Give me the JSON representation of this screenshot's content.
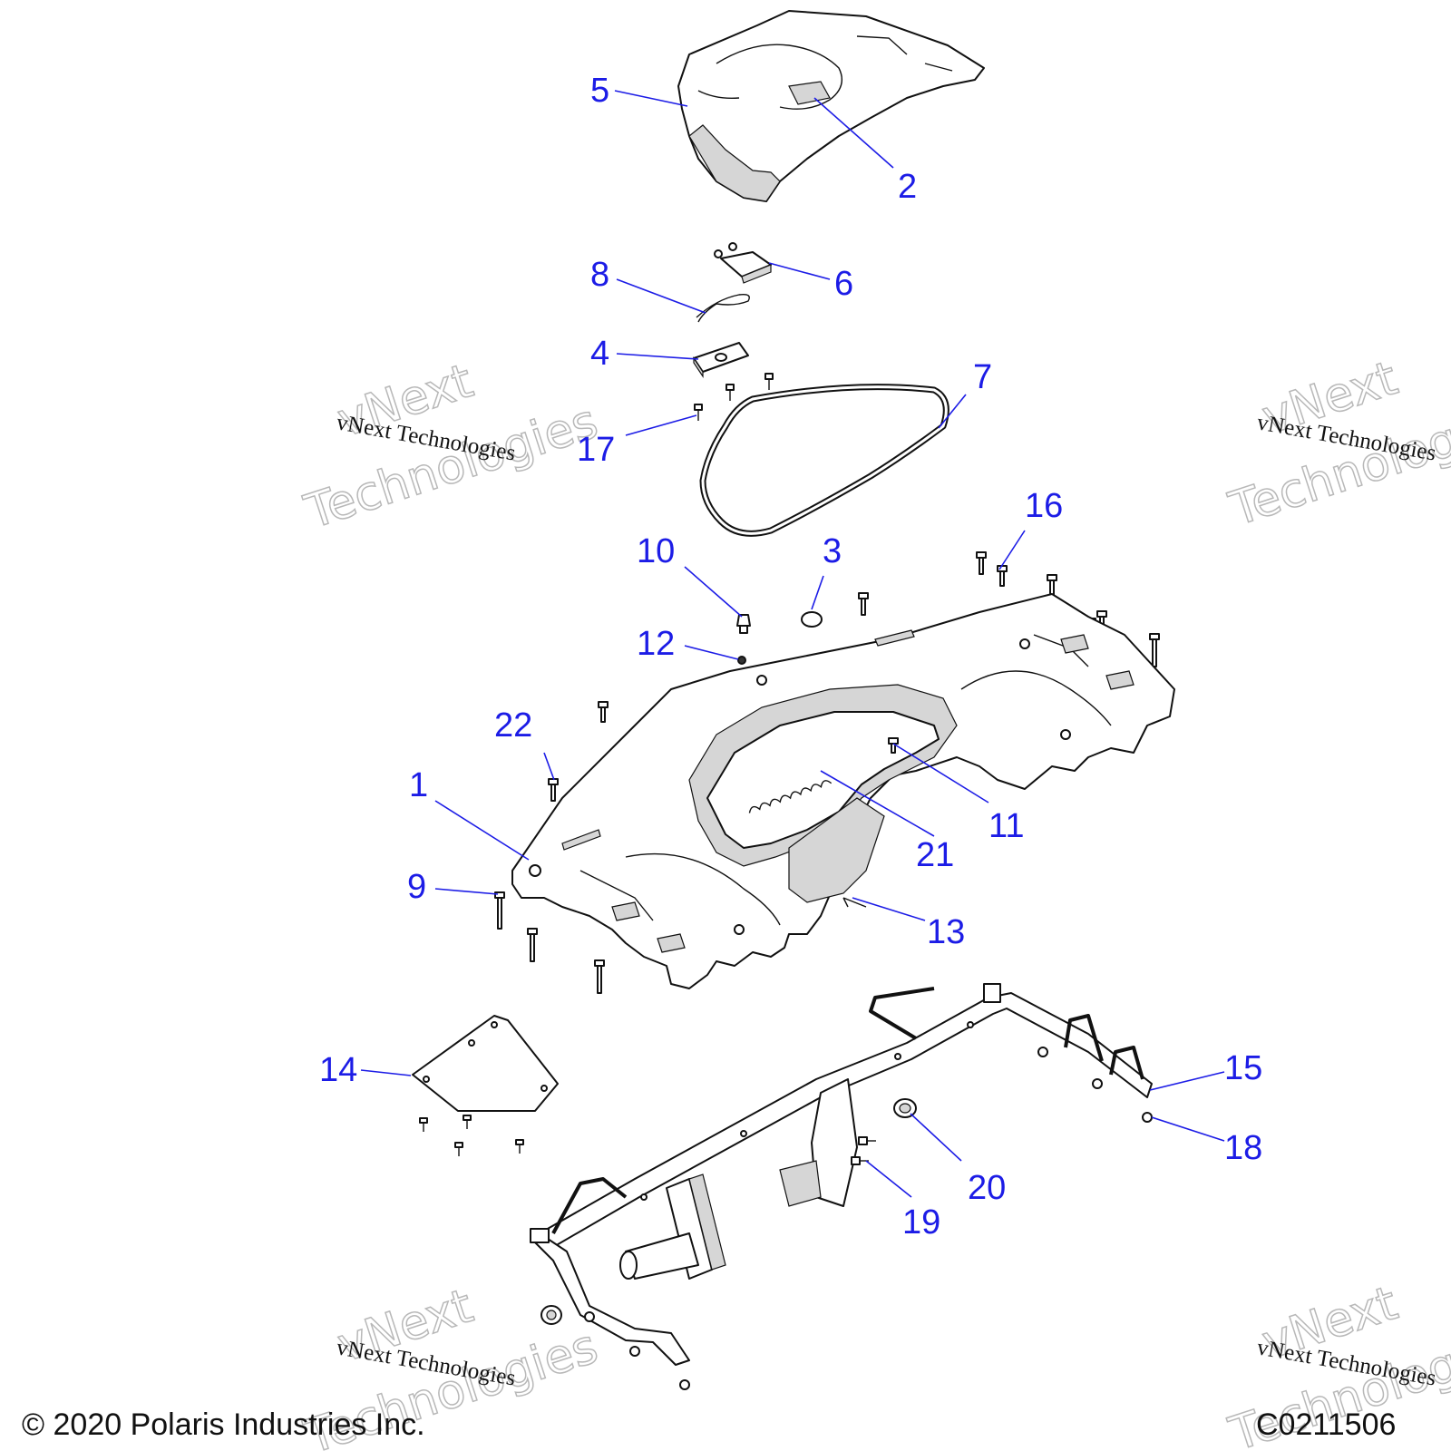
{
  "callouts": [
    "1",
    "2",
    "3",
    "4",
    "5",
    "6",
    "7",
    "8",
    "9",
    "10",
    "11",
    "12",
    "13",
    "14",
    "15",
    "16",
    "17",
    "18",
    "19",
    "20",
    "21",
    "22"
  ],
  "watermark": {
    "line_small": "vNext Technologies",
    "line_big_1": "vNext",
    "line_big_2": "Technologies"
  },
  "footer": {
    "copyright": "© 2020 Polaris Industries Inc.",
    "code": "C0211506"
  },
  "colors": {
    "callout": "#1c1ce6",
    "line_art": "#111111",
    "watermark_outline": "#b8b8b8"
  }
}
